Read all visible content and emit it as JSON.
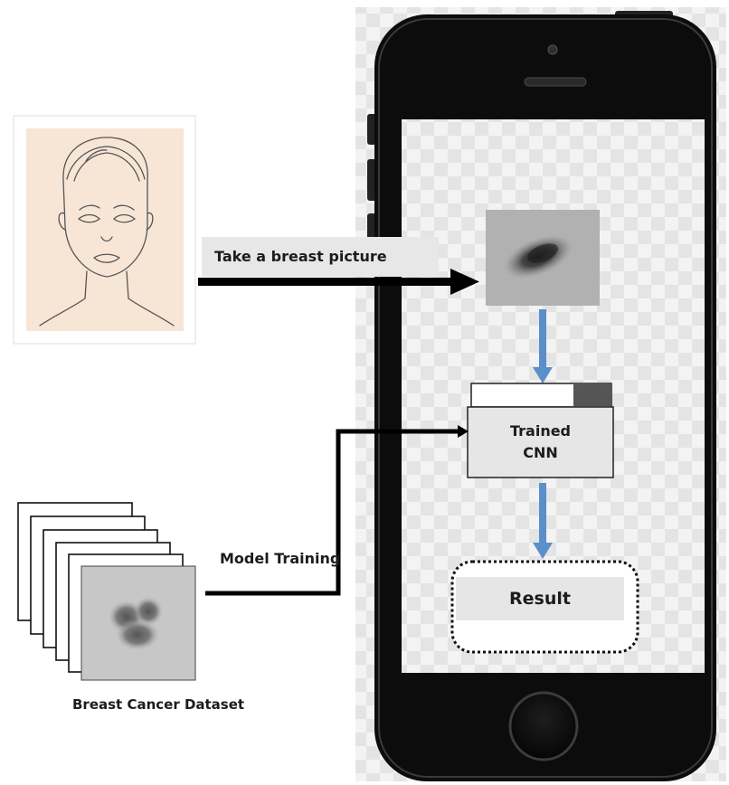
{
  "labels": {
    "take_picture": "Take a breast picture",
    "model_training": "Model Training",
    "dataset": "Breast Cancer Dataset",
    "cnn_line1": "Trained",
    "cnn_line2": "CNN",
    "result": "Result"
  },
  "colors": {
    "arrow_black": "#000000",
    "arrow_blue": "#5b8fc9",
    "phone_body": "#0d0d0d",
    "label_bg": "#e7e7e7",
    "face_bg": "#f7e6d6",
    "checker_light": "#f2f2f2",
    "checker_dark": "#e6e6e6"
  },
  "icons": {
    "face": "face-sketch-icon",
    "phone": "smartphone-icon",
    "mammogram": "mammogram-image",
    "dataset_stack": "image-stack-icon"
  }
}
